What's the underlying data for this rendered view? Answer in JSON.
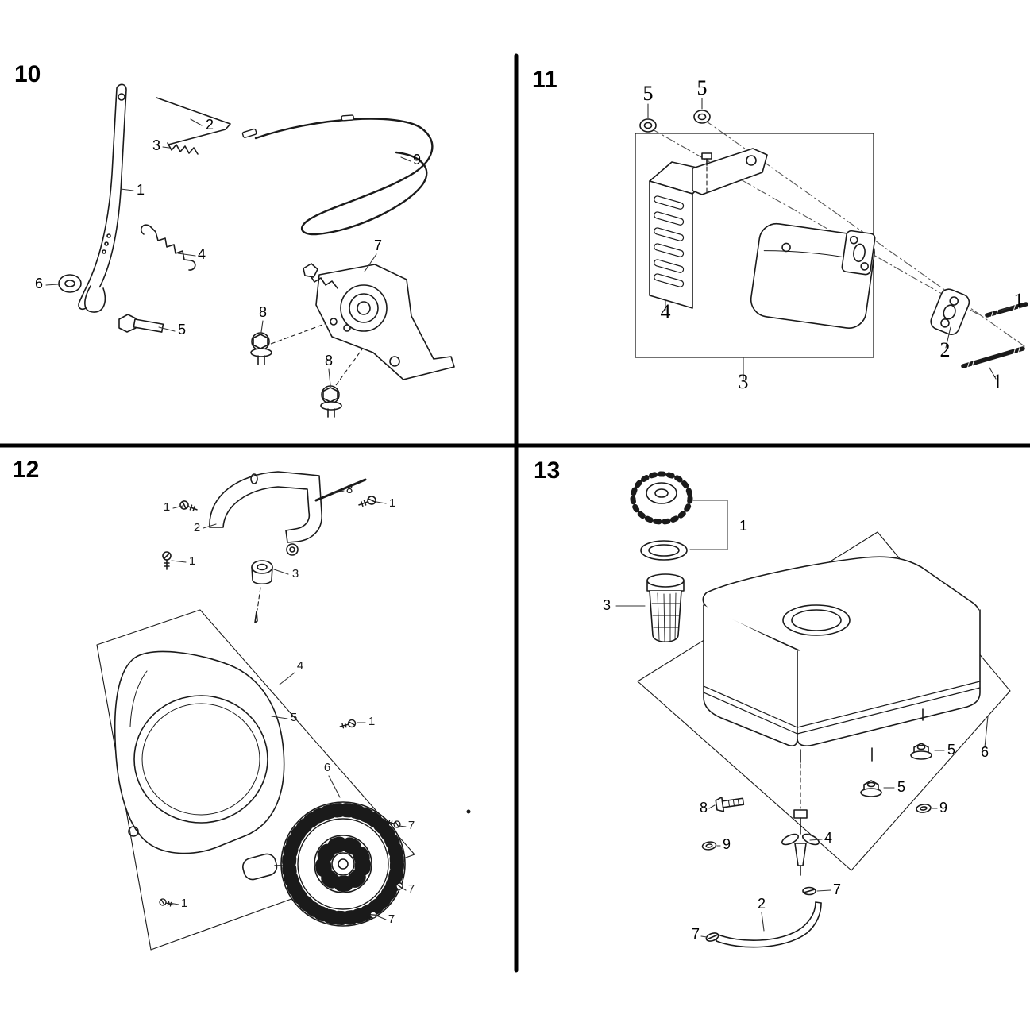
{
  "background": "#ffffff",
  "line_color": "#1a1a1a",
  "quadrants": {
    "q10": {
      "number": "10",
      "callouts": [
        "1",
        "2",
        "3",
        "4",
        "5",
        "6",
        "7",
        "8",
        "8",
        "9"
      ]
    },
    "q11": {
      "number": "11",
      "callouts": [
        "5",
        "5",
        "4",
        "3",
        "2",
        "1",
        "1"
      ]
    },
    "q12": {
      "number": "12",
      "callouts": [
        "1",
        "2",
        "8",
        "1",
        "1",
        "3",
        "4",
        "5",
        "1",
        "6",
        "7",
        "7",
        "1",
        "7"
      ]
    },
    "q13": {
      "number": "13",
      "callouts": [
        "1",
        "3",
        "6",
        "5",
        "5",
        "8",
        "9",
        "9",
        "4",
        "7",
        "2",
        "7"
      ]
    }
  }
}
